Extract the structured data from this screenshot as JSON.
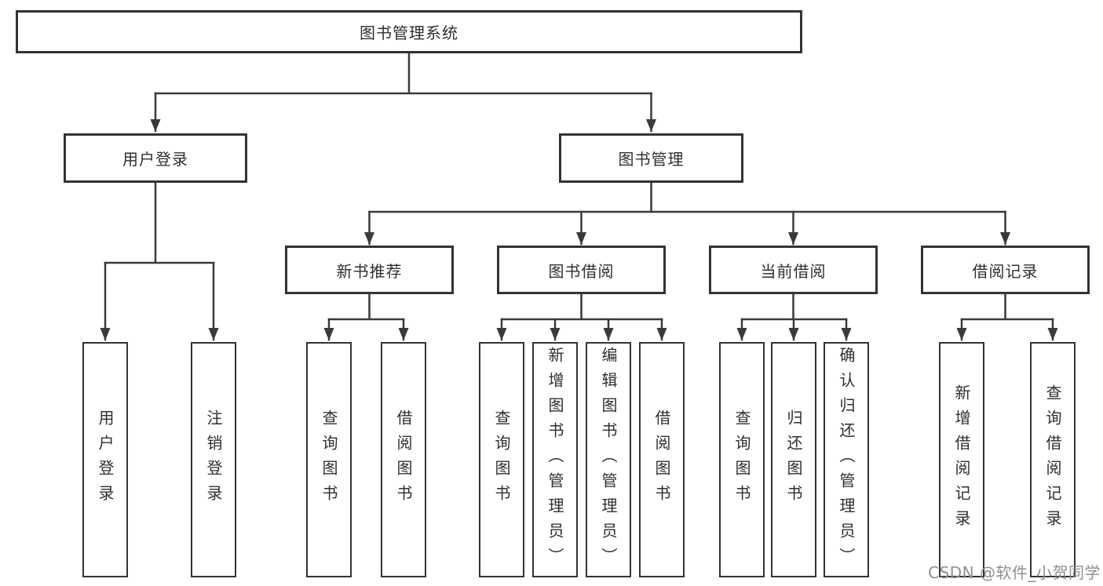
{
  "watermark": "CSDN @软件_小贺同学",
  "colors": {
    "line": "#3a3a3a",
    "box_border": "#333333",
    "text": "#2f2f2f",
    "watermark": "#8f8f8f",
    "background": "#ffffff"
  },
  "tree": {
    "root": {
      "label": "图书管理系统",
      "children": [
        {
          "label": "用户登录",
          "children": [
            {
              "label": "用户登录"
            },
            {
              "label": "注销登录"
            }
          ]
        },
        {
          "label": "图书管理",
          "children": [
            {
              "label": "新书推荐",
              "children": [
                {
                  "label": "查询图书"
                },
                {
                  "label": "借阅图书"
                }
              ]
            },
            {
              "label": "图书借阅",
              "children": [
                {
                  "label": "查询图书"
                },
                {
                  "label": "新增图书（管理员）"
                },
                {
                  "label": "编辑图书（管理员）"
                },
                {
                  "label": "借阅图书"
                }
              ]
            },
            {
              "label": "当前借阅",
              "children": [
                {
                  "label": "查询图书"
                },
                {
                  "label": "归还图书"
                },
                {
                  "label": "确认归还（管理员）"
                }
              ]
            },
            {
              "label": "借阅记录",
              "children": [
                {
                  "label": "新增借阅记录"
                },
                {
                  "label": "查询借阅记录"
                }
              ]
            }
          ]
        }
      ]
    }
  }
}
